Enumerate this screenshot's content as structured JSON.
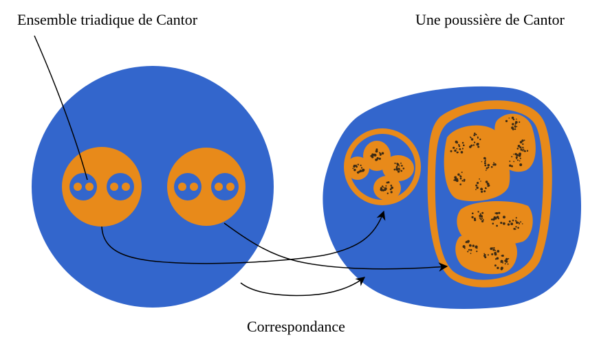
{
  "labels": {
    "triadic_set": "Ensemble triadique de Cantor",
    "dust": "Une poussière de Cantor",
    "correspondence": "Correspondance"
  },
  "colors": {
    "blue": "#3366cc",
    "orange": "#e88a1a",
    "speck": "#3b2a14",
    "line": "#000000"
  }
}
